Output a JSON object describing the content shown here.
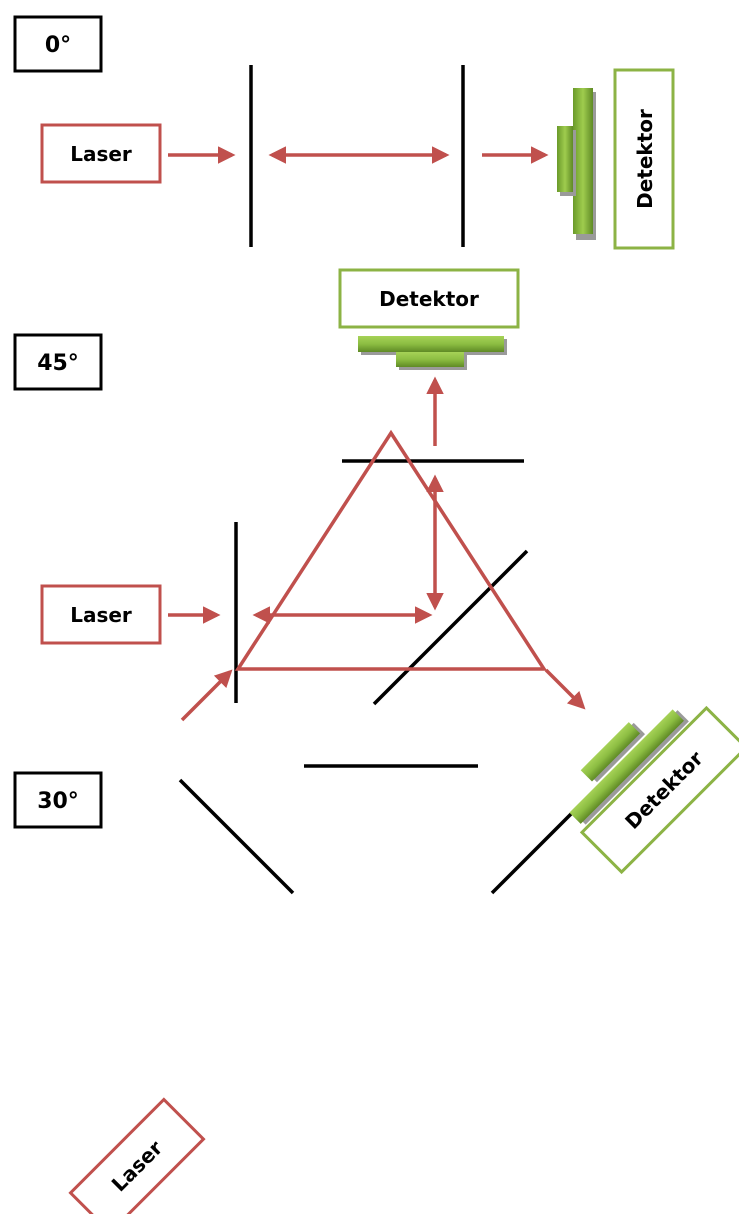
{
  "colors": {
    "beam": "#c0504d",
    "laser_border": "#c0504d",
    "detector_border": "#8cb345",
    "detector_fill_light": "#9bc84a",
    "detector_fill_dark": "#5f8a25",
    "mirror": "#000000",
    "angle_box_border": "#000000"
  },
  "panels": [
    {
      "angle_label": "0°",
      "laser_label": "Laser",
      "detector_label": "Detektor"
    },
    {
      "angle_label": "45°",
      "laser_label": "Laser",
      "detector_label": "Detektor"
    },
    {
      "angle_label": "30°",
      "laser_label": "Laser",
      "detector_label": "Detektor"
    }
  ]
}
